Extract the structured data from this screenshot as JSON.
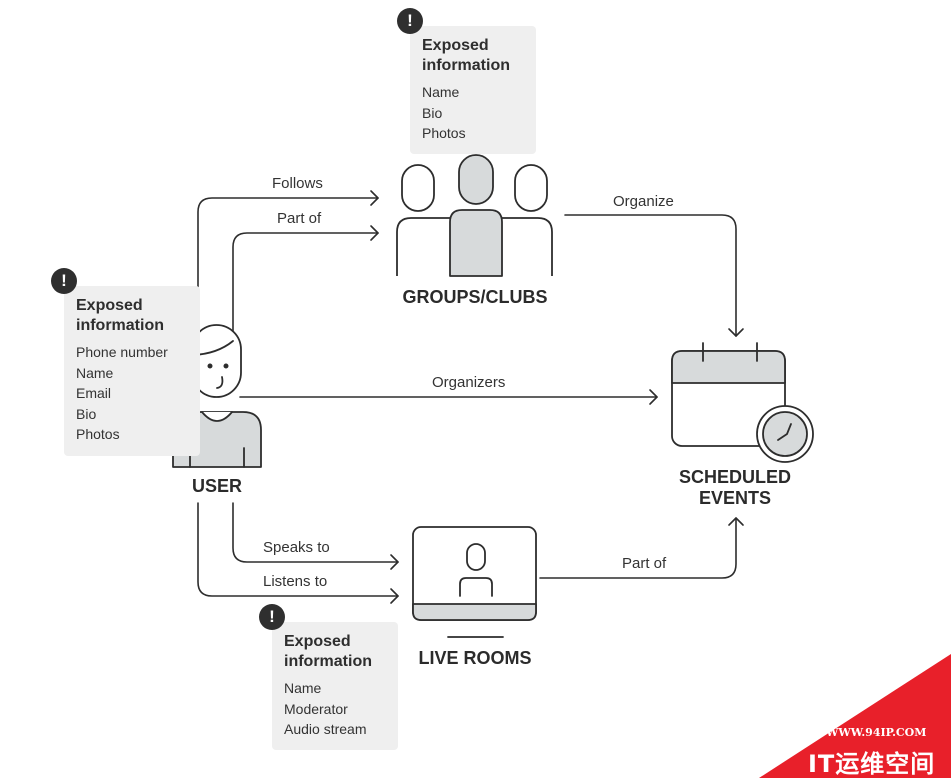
{
  "nodes": {
    "user": "USER",
    "groups": "GROUPS/CLUBS",
    "events_line1": "SCHEDULED",
    "events_line2": "EVENTS",
    "rooms": "LIVE ROOMS"
  },
  "edges": {
    "follows": "Follows",
    "part_of_groups": "Part of",
    "organize": "Organize",
    "organizers": "Organizers",
    "speaks_to": "Speaks to",
    "listens_to": "Listens to",
    "part_of_events": "Part of"
  },
  "alert_symbol": "!",
  "info": {
    "groups": {
      "title": "Exposed information",
      "items": [
        "Name",
        "Bio",
        "Photos"
      ]
    },
    "user": {
      "title": "Exposed information",
      "items": [
        "Phone number",
        "Name",
        "Email",
        "Bio",
        "Photos"
      ]
    },
    "rooms": {
      "title": "Exposed information",
      "items": [
        "Name",
        "Moderator",
        "Audio stream"
      ]
    }
  },
  "watermark": {
    "url": "WWW.94IP.COM",
    "name": "IT运维空间"
  },
  "colors": {
    "stroke": "#2d2d2d",
    "fill": "#d7dadb",
    "box": "#efefef",
    "watermark": "#e8202a"
  }
}
